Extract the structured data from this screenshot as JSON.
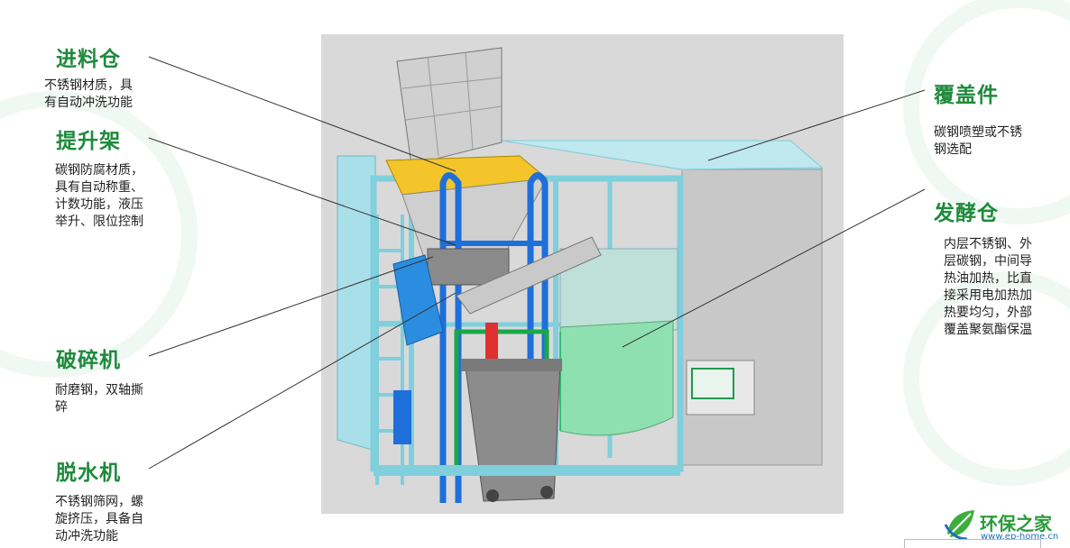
{
  "labels": {
    "feed_bin": {
      "title": "进料仓",
      "desc": [
        "不锈钢材质，具",
        "有自动冲洗功能"
      ]
    },
    "lift_frame": {
      "title": "提升架",
      "desc": [
        "碳钢防腐材质，",
        "具有自动称重、",
        "计数功能，液压",
        "举升、限位控制"
      ]
    },
    "crusher": {
      "title": "破碎机",
      "desc": [
        "耐磨钢，双轴撕",
        "碎"
      ]
    },
    "dewaterer": {
      "title": "脱水机",
      "desc": [
        "不锈钢筛网，螺",
        "旋挤压，具备自",
        "动冲洗功能"
      ]
    },
    "cover": {
      "title": "覆盖件",
      "desc": [
        "碳钢喷塑或不锈",
        "钢选配"
      ]
    },
    "fermenter": {
      "title": "发酵仓",
      "desc": [
        "内层不锈钢、外",
        "层碳钢，中间导",
        "热油加热，比直",
        "接采用电加热加",
        "热要均匀，外部",
        "覆盖聚氨酯保温"
      ]
    }
  },
  "logo": {
    "name": "环保之家",
    "url": "www.ep-home.cn"
  },
  "colors": {
    "title_green": "#1f8a3c",
    "frame_cyan": "#7fcfdc",
    "bin_blue": "#1e6fd9",
    "tank_green": "#8fe0b0"
  }
}
